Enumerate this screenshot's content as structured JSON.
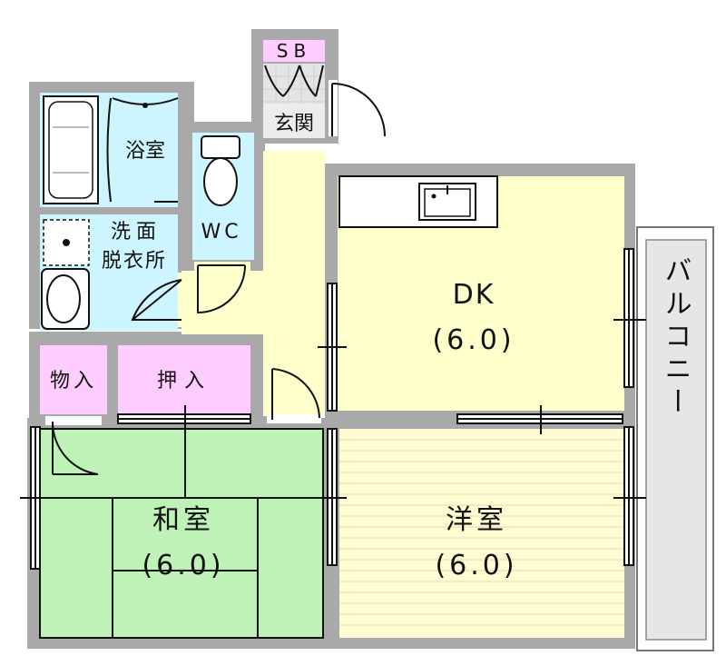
{
  "colors": {
    "wall": "#a9a9a9",
    "floor_yellow": "#ffffcc",
    "floor_water": "#ccf5ff",
    "closet_pink": "#ffccff",
    "tatami_green": "#b8f0b0",
    "youshitsu_floor": "#fffbd2",
    "balcony": "#e6e6e6"
  },
  "rooms": {
    "sb": "SB",
    "genkan": "玄関",
    "bath": "浴室",
    "wc": "WC",
    "washroom_line1": "洗面",
    "washroom_line2": "脱衣所",
    "dk_name": "DK",
    "dk_size": "(6.0)",
    "storage": "物入",
    "closet": "押入",
    "washitsu_name": "和室",
    "washitsu_size": "(6.0)",
    "youshitsu_name": "洋室",
    "youshitsu_size": "(6.0)",
    "balcony": "バルコニー"
  },
  "icons": {
    "bathtub": "bathtub-icon",
    "toilet": "toilet-icon",
    "washbasin": "washbasin-icon",
    "kitchen_sink": "kitchen-sink-icon"
  }
}
